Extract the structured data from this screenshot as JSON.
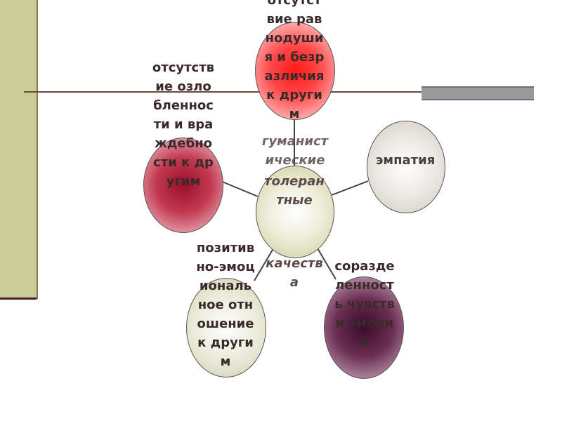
{
  "center": {
    "line1": "толерантные",
    "line2": "качества",
    "overlap": "гуманистические"
  },
  "nodes": {
    "top": "отсутствие равнодушия и безразличия к другим",
    "left": "отсутствие озлобленности и враждебности к другим",
    "right": "эмпатия",
    "bottom_left": "позитивно-эмоциональное отношение к другим",
    "bottom_right": "соразделенность чувств и эмоций"
  },
  "colors": {
    "top": "#ff2020",
    "left": "#b0203a",
    "right": "#d8d4cc",
    "bottom_left": "#d8d8bc",
    "bottom_right": "#4a1836",
    "center": "#cccc99"
  }
}
